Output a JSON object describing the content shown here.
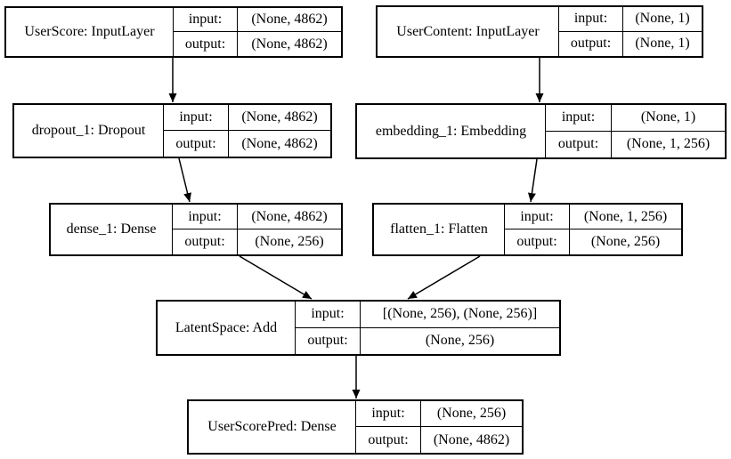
{
  "diagram": {
    "kind": "keras-model-architecture-graph",
    "background_color": "#ffffff",
    "line_color": "#000000",
    "text_color": "#000000"
  },
  "labels": {
    "input": "input:",
    "output": "output:"
  },
  "nodes": [
    {
      "id": "UserScore",
      "label": "UserScore: InputLayer",
      "input_shape": "(None, 4862)",
      "output_shape": "(None, 4862)"
    },
    {
      "id": "UserContent",
      "label": "UserContent: InputLayer",
      "input_shape": "(None, 1)",
      "output_shape": "(None, 1)"
    },
    {
      "id": "dropout_1",
      "label": "dropout_1: Dropout",
      "input_shape": "(None, 4862)",
      "output_shape": "(None, 4862)"
    },
    {
      "id": "embedding_1",
      "label": "embedding_1: Embedding",
      "input_shape": "(None, 1)",
      "output_shape": "(None, 1, 256)"
    },
    {
      "id": "dense_1",
      "label": "dense_1: Dense",
      "input_shape": "(None, 4862)",
      "output_shape": "(None, 256)"
    },
    {
      "id": "flatten_1",
      "label": "flatten_1: Flatten",
      "input_shape": "(None, 1, 256)",
      "output_shape": "(None, 256)"
    },
    {
      "id": "LatentSpace",
      "label": "LatentSpace: Add",
      "input_shape": "[(None, 256), (None, 256)]",
      "output_shape": "(None, 256)"
    },
    {
      "id": "UserScorePred",
      "label": "UserScorePred: Dense",
      "input_shape": "(None, 256)",
      "output_shape": "(None, 4862)"
    }
  ],
  "edges": [
    {
      "from": "UserScore",
      "to": "dropout_1"
    },
    {
      "from": "UserContent",
      "to": "embedding_1"
    },
    {
      "from": "dropout_1",
      "to": "dense_1"
    },
    {
      "from": "embedding_1",
      "to": "flatten_1"
    },
    {
      "from": "dense_1",
      "to": "LatentSpace"
    },
    {
      "from": "flatten_1",
      "to": "LatentSpace"
    },
    {
      "from": "LatentSpace",
      "to": "UserScorePred"
    }
  ]
}
